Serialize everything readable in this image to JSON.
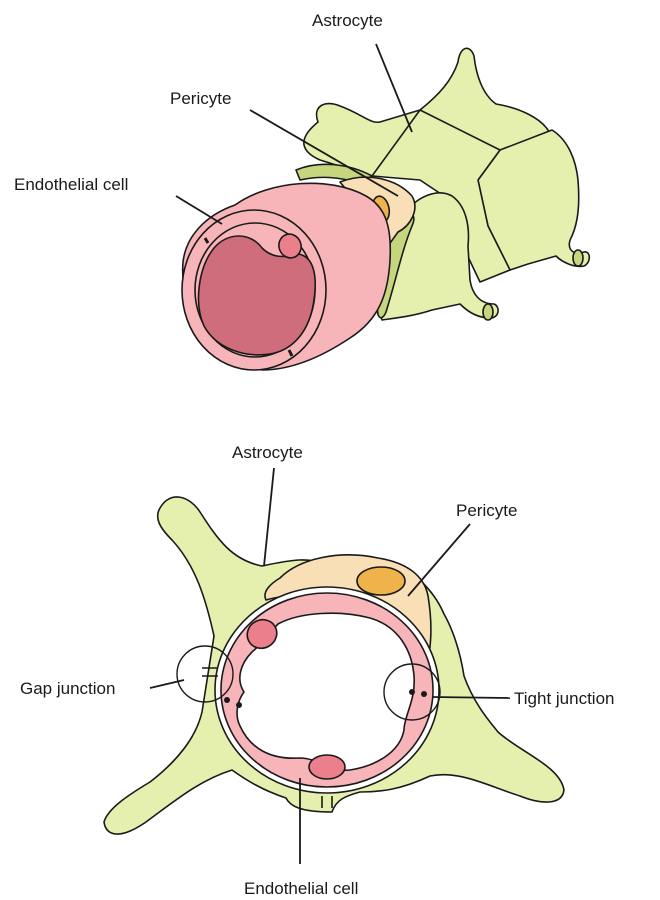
{
  "top_view": {
    "labels": {
      "astrocyte": "Astrocyte",
      "pericyte": "Pericyte",
      "endothelial": "Endothelial cell"
    }
  },
  "cross_section": {
    "labels": {
      "astrocyte": "Astrocyte",
      "pericyte": "Pericyte",
      "gap_junction": "Gap junction",
      "tight_junction": "Tight junction",
      "endothelial": "Endothelial cell"
    }
  },
  "colors": {
    "astrocyte": "#e6f0ae",
    "astrocyte_dark": "#c5d67c",
    "pericyte": "#f8dfb6",
    "pericyte_nucleus": "#f0b24a",
    "endothelium": "#f7b5b9",
    "endothelial_nucleus": "#ec7f8c",
    "lumen_3d": "#d06d7d",
    "lumen_cross": "#ffffff",
    "outline": "#1a1a1a"
  }
}
